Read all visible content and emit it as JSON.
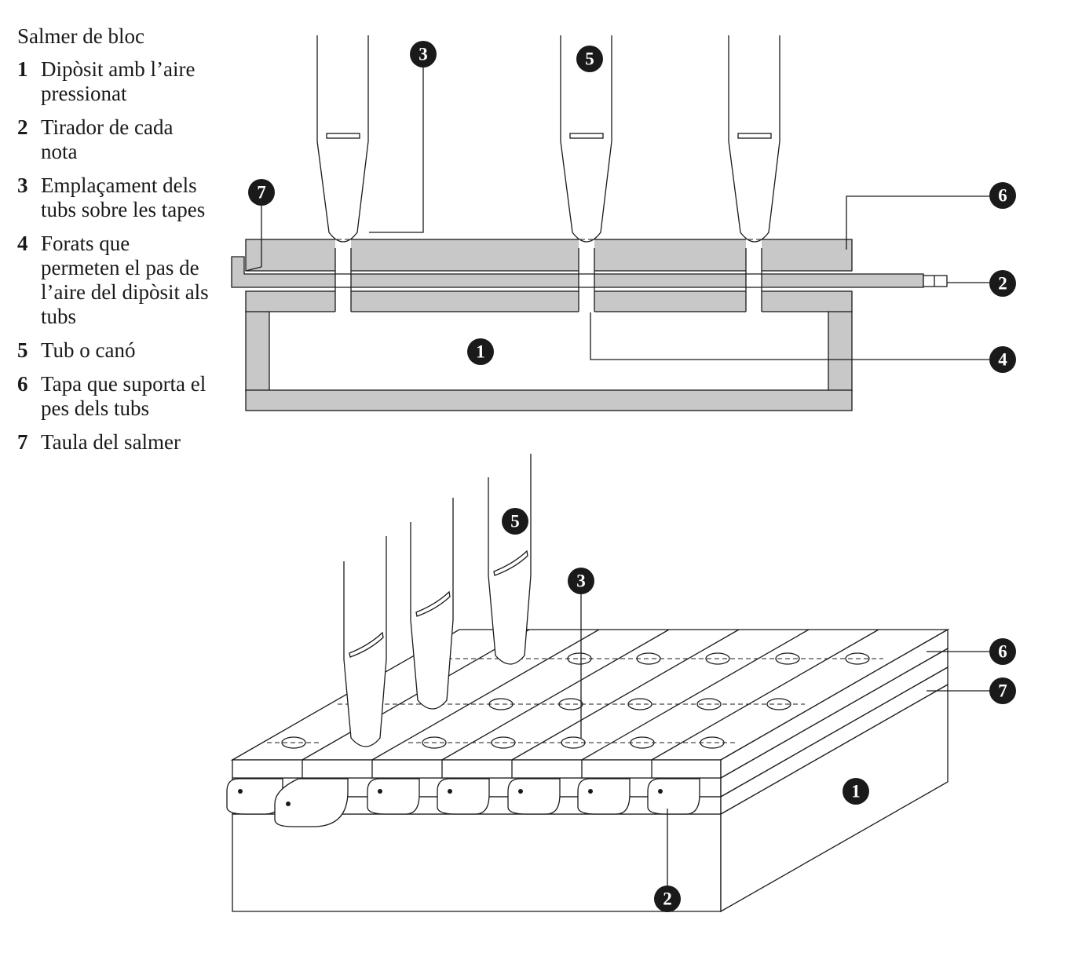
{
  "legend": {
    "title": "Salmer de bloc",
    "items": [
      {
        "num": "1",
        "text": "Dipòsit amb l’aire pressionat"
      },
      {
        "num": "2",
        "text": "Tirador de cada nota"
      },
      {
        "num": "3",
        "text": "Emplaçament dels tubs sobre les tapes"
      },
      {
        "num": "4",
        "text": "Forats que permeten el pas de l’aire del dipòsit als tubs"
      },
      {
        "num": "5",
        "text": "Tub o canó"
      },
      {
        "num": "6",
        "text": "Tapa que suporta el pes dels tubs"
      },
      {
        "num": "7",
        "text": "Taula del salmer"
      }
    ]
  },
  "callouts": {
    "top": {
      "c3": "3",
      "c5": "5",
      "c7": "7",
      "c6": "6",
      "c2": "2",
      "c1": "1",
      "c4": "4"
    },
    "bottom": {
      "c5": "5",
      "c3": "3",
      "c6": "6",
      "c7": "7",
      "c1": "1",
      "c2": "2"
    }
  },
  "colors": {
    "wood": "#c8c8c8",
    "ink": "#1a1a1a",
    "callout_text": "#ffffff"
  }
}
